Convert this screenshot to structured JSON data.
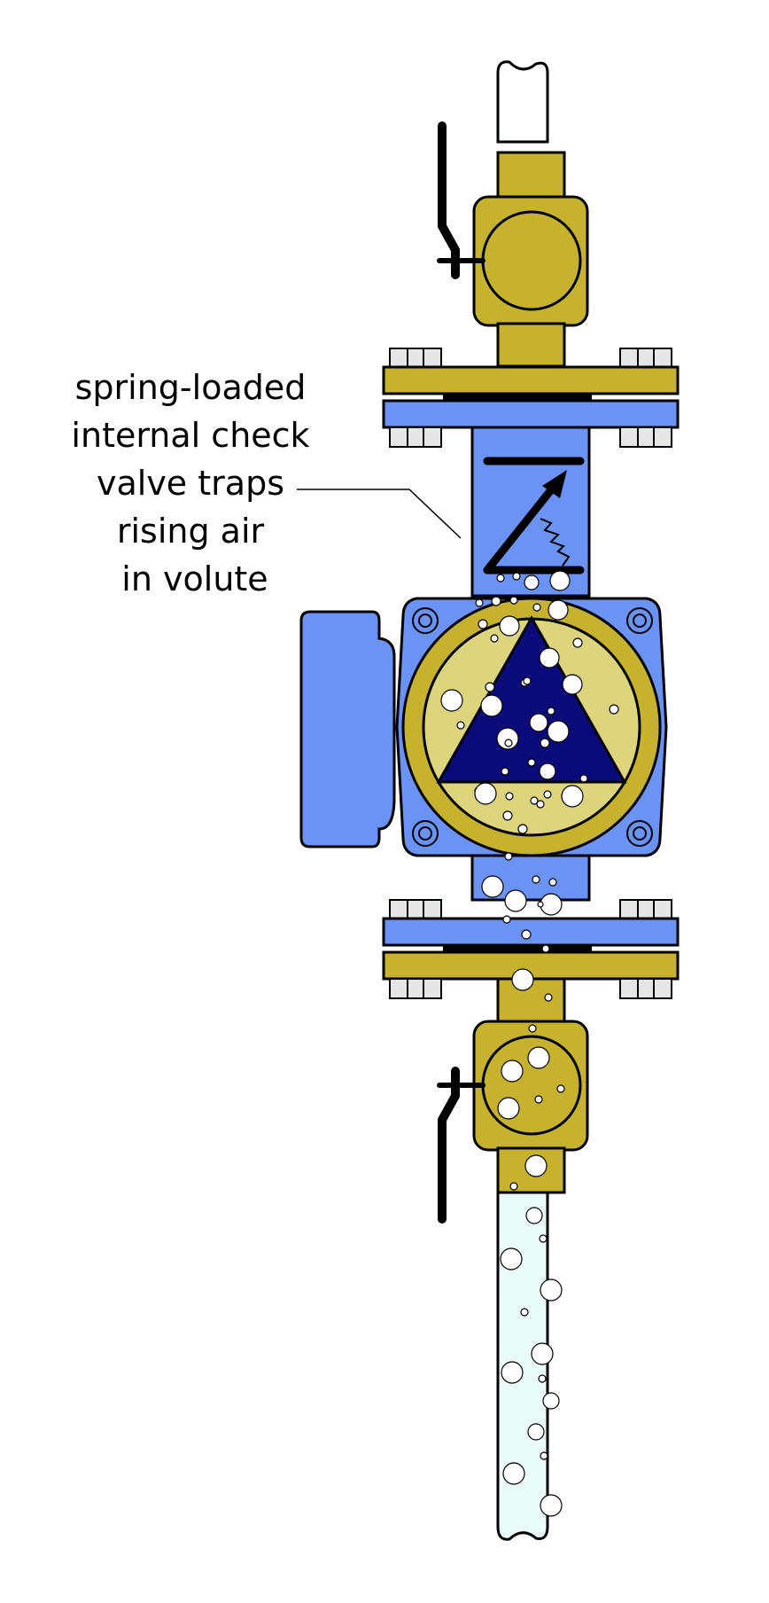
{
  "annotation": {
    "lines": [
      "spring-loaded",
      "internal check",
      "valve traps",
      "rising air",
      "in volute"
    ]
  },
  "colors": {
    "brass": "#c6b22c",
    "pump_blue": "#6b92f5",
    "impeller": "#0a0a7a",
    "volute_fill": "#ddd57d",
    "water_light": "#eafcf8",
    "pipe_white": "#ffffff",
    "bolt_gray": "#e6e6e6",
    "outline": "#000000"
  },
  "icons": [
    "ball-valve-handle-icon",
    "check-valve-symbol-icon",
    "pump-triangle-icon",
    "air-bubble-icon"
  ]
}
